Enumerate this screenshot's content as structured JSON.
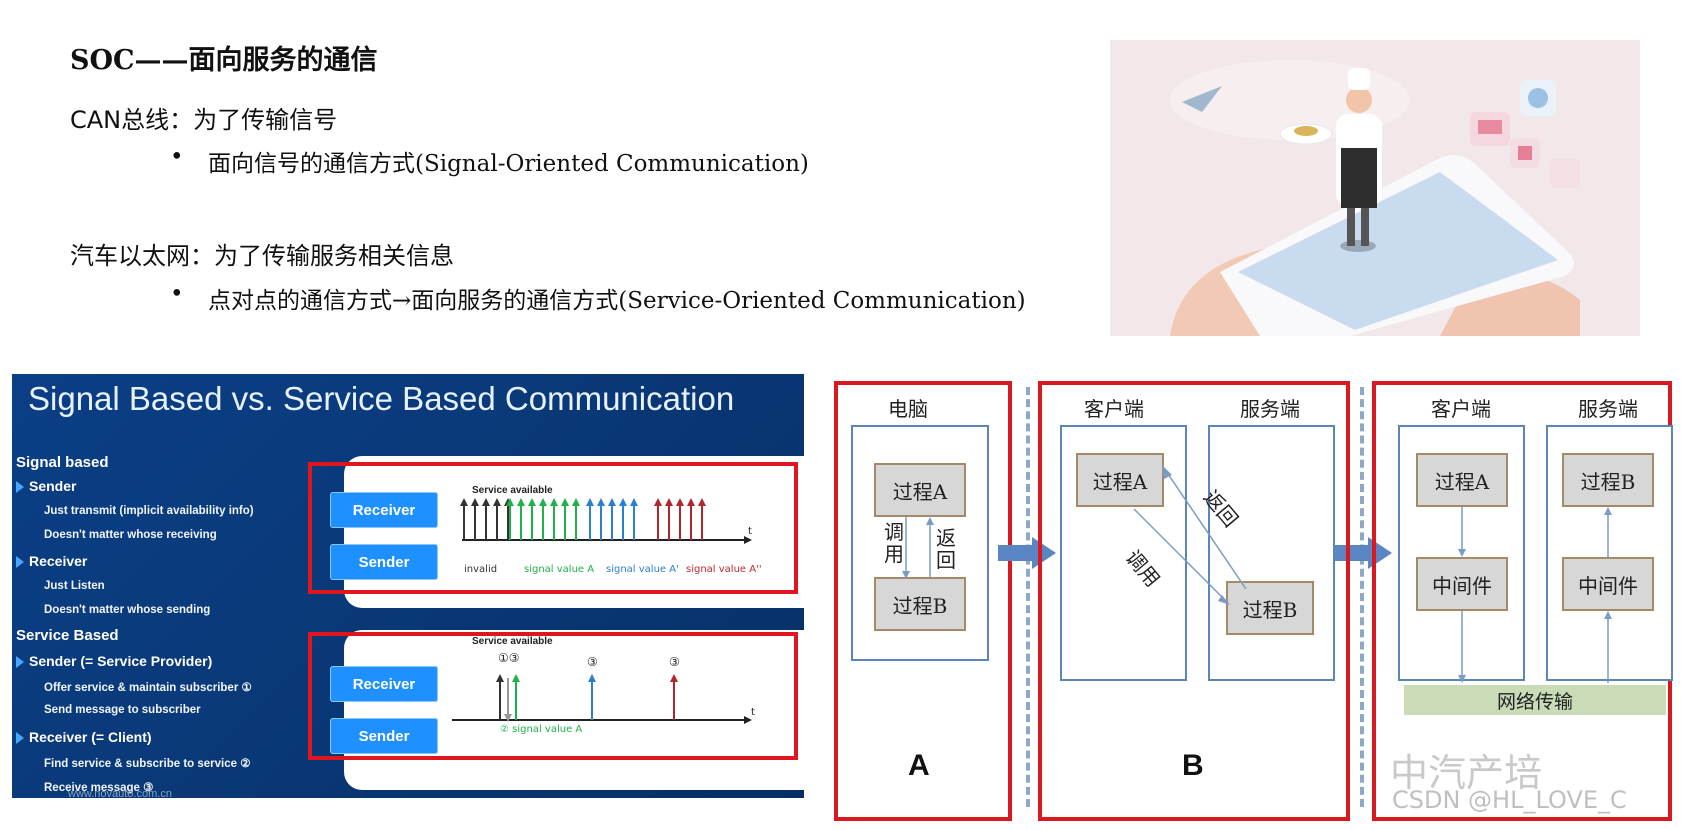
{
  "slide": {
    "title": "SOC——面向服务的通信",
    "can": {
      "heading": "CAN总线：为了传输信号",
      "bullet_marker": "•",
      "bullet": "面向信号的通信方式(Signal-Oriented Communication)"
    },
    "ethernet": {
      "heading": "汽车以太网：为了传输服务相关信息",
      "bullet_marker": "•",
      "bullet": "点对点的通信方式→面向服务的通信方式(Service-Oriented Communication)"
    }
  },
  "sig_panel": {
    "title": "Signal Based vs. Service Based Communication",
    "signal_based": {
      "heading": "Signal based",
      "sender": "Sender",
      "sender_items": [
        "Just transmit (implicit availability info)",
        "Doesn't matter whose receiving"
      ],
      "receiver": "Receiver",
      "receiver_items": [
        "Just Listen",
        "Doesn't matter whose sending"
      ]
    },
    "service_based": {
      "heading": "Service Based",
      "sender": "Sender (= Service Provider)",
      "sender_items": [
        "Offer service & maintain subscriber ①",
        "Send message to subscriber"
      ],
      "receiver": "Receiver (= Client)",
      "receiver_items": [
        "Find service & subscribe to service ②",
        "Receive message ③"
      ]
    },
    "diagram1": {
      "receiver_btn": "Receiver",
      "sender_btn": "Sender",
      "service_available": "Service available",
      "axis_t": "t",
      "labels": [
        "invalid",
        "signal value A",
        "signal value A'",
        "signal value A''"
      ]
    },
    "diagram2": {
      "receiver_btn": "Receiver",
      "sender_btn": "Sender",
      "service_available": "Service available",
      "axis_t": "t",
      "marks": [
        "①③",
        "③",
        "③"
      ],
      "label": "② signal value A"
    },
    "footer": "www.novauto.com.cn",
    "colors": {
      "accent_blue": "#1e90ff",
      "red": "#e0161e",
      "green": "#1fb14a"
    }
  },
  "diagram": {
    "A": {
      "header": "电脑",
      "proc_a": "过程A",
      "proc_b": "过程B",
      "call": "调用",
      "ret": "返回",
      "letter": "A"
    },
    "B": {
      "client": "客户端",
      "server": "服务端",
      "proc_a": "过程A",
      "proc_b": "过程B",
      "call": "调用",
      "ret": "返回",
      "letter": "B"
    },
    "C": {
      "client": "客户端",
      "server": "服务端",
      "proc_a": "过程A",
      "proc_b": "过程B",
      "mw1": "中间件",
      "mw2": "中间件",
      "net": "网络传输"
    }
  },
  "watermark": {
    "brand": "中汽产培",
    "csdn": "CSDN @HL_LOVE_C"
  }
}
